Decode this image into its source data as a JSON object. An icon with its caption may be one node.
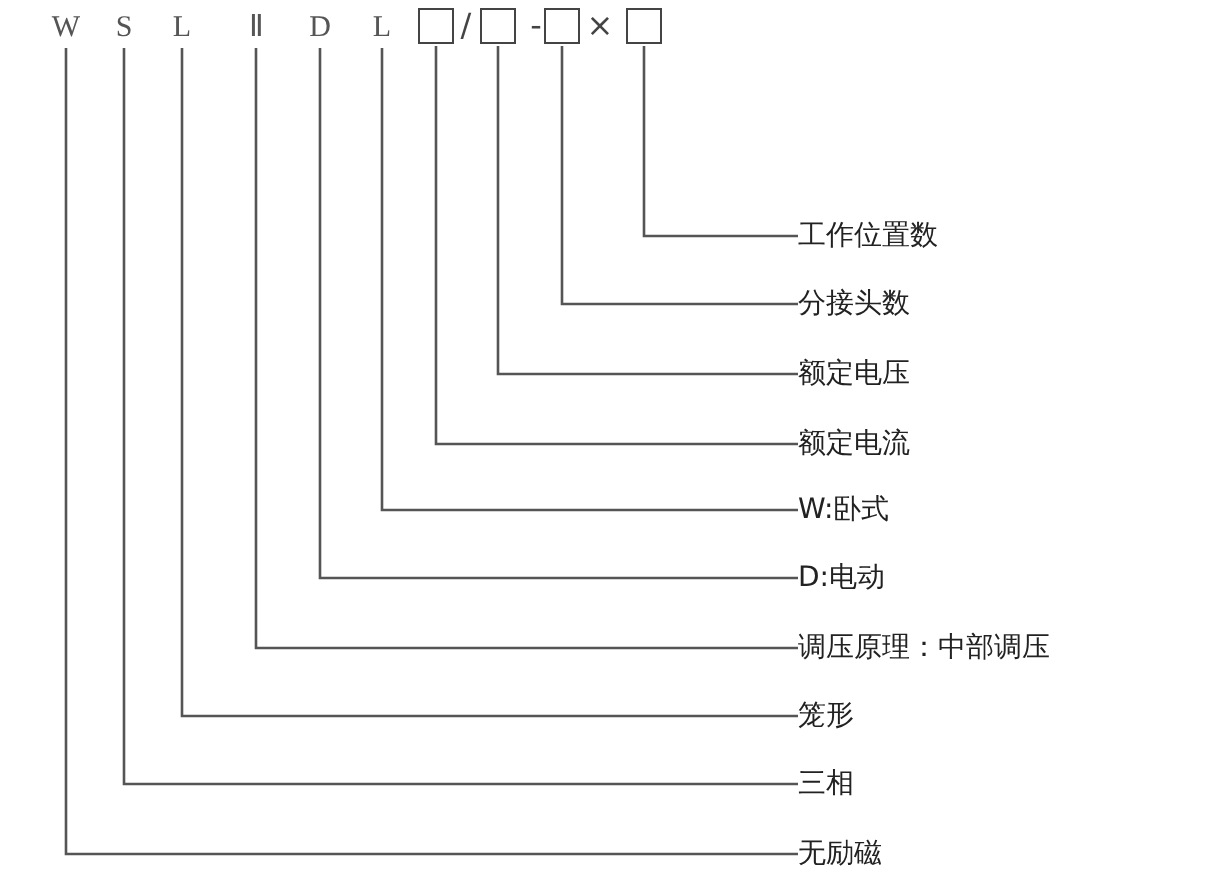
{
  "diagram": {
    "nodes": [
      {
        "text": [
          "W"
        ]
      },
      {
        "text": [
          "S"
        ]
      },
      {
        "text": [
          "L"
        ]
      },
      {
        "text": [
          "Ⅱ"
        ]
      },
      {
        "text": [
          "D"
        ]
      },
      {
        "text": [
          "L"
        ]
      },
      {
        "text": [],
        "shape": "box"
      },
      {
        "text": [],
        "shape": "box"
      },
      {
        "text": [],
        "shape": "box"
      },
      {
        "text": [],
        "shape": "box"
      },
      {
        "text": [
          "工作位置数"
        ]
      },
      {
        "text": [
          "分接头数"
        ]
      },
      {
        "text": [
          "额定电压"
        ]
      },
      {
        "text": [
          "额定电流"
        ]
      },
      {
        "text": [
          "W:卧式"
        ]
      },
      {
        "text": [
          "D:电动"
        ]
      },
      {
        "text": [
          "调压原理：中部调压"
        ]
      },
      {
        "text": [
          "笼形"
        ]
      },
      {
        "text": [
          "三相"
        ]
      },
      {
        "text": [
          "无励磁"
        ]
      }
    ],
    "edges": [
      {
        "from": 0,
        "to": 19,
        "arrow": "none"
      },
      {
        "from": 1,
        "to": 18,
        "arrow": "none"
      },
      {
        "from": 2,
        "to": 17,
        "arrow": "none"
      },
      {
        "from": 3,
        "to": 16,
        "arrow": "none"
      },
      {
        "from": 4,
        "to": 15,
        "arrow": "none"
      },
      {
        "from": 5,
        "to": 14,
        "arrow": "none"
      },
      {
        "from": 6,
        "to": 13,
        "arrow": "none"
      },
      {
        "from": 7,
        "to": 12,
        "arrow": "none"
      },
      {
        "from": 8,
        "to": 11,
        "arrow": "none"
      },
      {
        "from": 9,
        "to": 10,
        "arrow": "none"
      }
    ],
    "labels": [
      "/",
      "-",
      "×"
    ]
  }
}
